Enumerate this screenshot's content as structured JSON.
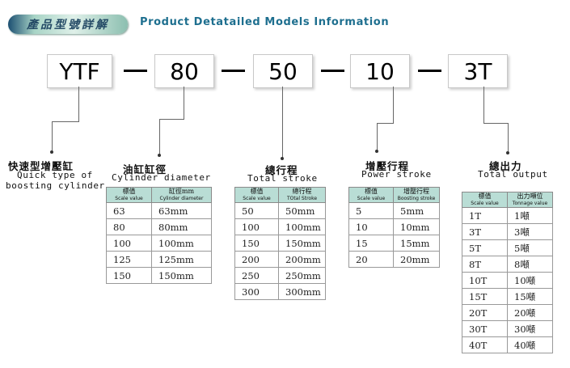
{
  "header": {
    "cn_title": "產品型號詳解",
    "en_title": "Product Detatailed Models Information"
  },
  "model_code": [
    "YTF",
    "80",
    "50",
    "10",
    "3T"
  ],
  "segments": [
    {
      "key": "type",
      "cn": "快速型增壓缸",
      "en": [
        "Quick type of",
        "boosting cylinder"
      ]
    },
    {
      "key": "cylinder",
      "cn": "油缸缸徑",
      "en": [
        "Cylinder diameter"
      ],
      "table": {
        "headers": [
          [
            "標值",
            "Scale value"
          ],
          [
            "缸徑mm",
            "Cylinder diameter"
          ]
        ],
        "rows": [
          [
            "63",
            "63mm"
          ],
          [
            "80",
            "80mm"
          ],
          [
            "100",
            "100mm"
          ],
          [
            "125",
            "125mm"
          ],
          [
            "150",
            "150mm"
          ]
        ]
      }
    },
    {
      "key": "total",
      "cn": "總行程",
      "en": [
        "Total stroke"
      ],
      "table": {
        "headers": [
          [
            "標值",
            "Scale value"
          ],
          [
            "總行程",
            "TOtal Stroke"
          ]
        ],
        "rows": [
          [
            "50",
            "50mm"
          ],
          [
            "100",
            "100mm"
          ],
          [
            "150",
            "150mm"
          ],
          [
            "200",
            "200mm"
          ],
          [
            "250",
            "250mm"
          ],
          [
            "300",
            "300mm"
          ]
        ]
      }
    },
    {
      "key": "power",
      "cn": "增壓行程",
      "en": [
        "Power stroke"
      ],
      "table": {
        "headers": [
          [
            "標值",
            "Scale value"
          ],
          [
            "增壓行程",
            "Boosting stroke"
          ]
        ],
        "rows": [
          [
            "5",
            "5mm"
          ],
          [
            "10",
            "10mm"
          ],
          [
            "15",
            "15mm"
          ],
          [
            "20",
            "20mm"
          ]
        ]
      }
    },
    {
      "key": "output",
      "cn": "總出力",
      "en": [
        "Total output"
      ],
      "table": {
        "headers": [
          [
            "標值",
            "Scale value"
          ],
          [
            "出力噸位",
            "Tonnage value"
          ]
        ],
        "rows": [
          [
            "1T",
            "1噸"
          ],
          [
            "3T",
            "3噸"
          ],
          [
            "5T",
            "5噸"
          ],
          [
            "8T",
            "8噸"
          ],
          [
            "10T",
            "10噸"
          ],
          [
            "15T",
            "15噸"
          ],
          [
            "20T",
            "20噸"
          ],
          [
            "30T",
            "30噸"
          ],
          [
            "40T",
            "40噸"
          ]
        ]
      }
    }
  ]
}
